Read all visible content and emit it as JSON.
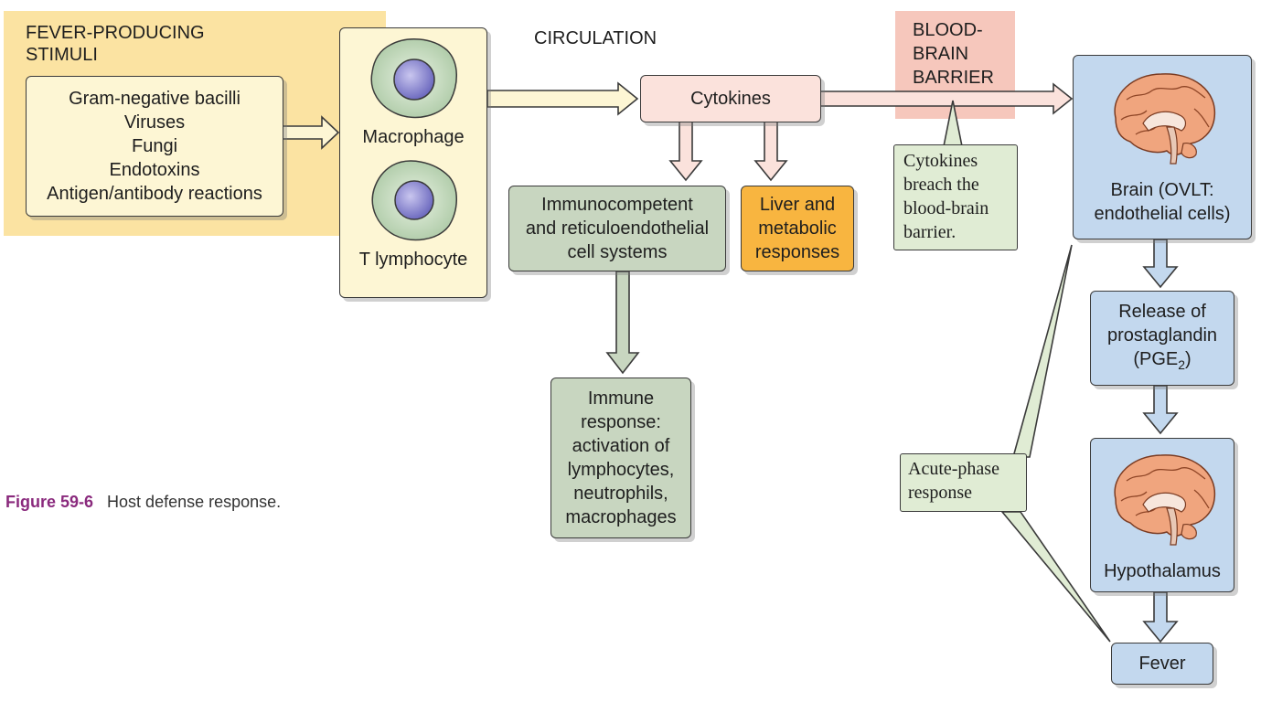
{
  "stimuli": {
    "title_lines": [
      "FEVER-PRODUCING",
      "STIMULI"
    ],
    "items": [
      "Gram-negative bacilli",
      "Viruses",
      "Fungi",
      "Endotoxins",
      "Antigen/antibody reactions"
    ]
  },
  "cells": {
    "macrophage": "Macrophage",
    "t_lymphocyte": "T lymphocyte"
  },
  "circulation": "CIRCULATION",
  "bbb_lines": [
    "BLOOD-",
    "BRAIN",
    "BARRIER"
  ],
  "cytokines": "Cytokines",
  "immunocompetent_lines": [
    "Immunocompetent",
    "and reticuloendothelial",
    "cell systems"
  ],
  "liver_lines": [
    "Liver and",
    "metabolic",
    "responses"
  ],
  "immune_lines": [
    "Immune",
    "response:",
    "activation of",
    "lymphocytes,",
    "neutrophils,",
    "macrophages"
  ],
  "breach_lines": [
    "Cytokines",
    "breach the",
    "blood-brain",
    "barrier."
  ],
  "brain_lines": [
    "Brain (OVLT:",
    "endothelial cells)"
  ],
  "prostaglandin": {
    "line1": "Release of",
    "line2": "prostaglandin",
    "pge_open": "(PGE",
    "pge_sub": "2",
    "pge_close": ")"
  },
  "hypothalamus": "Hypothalamus",
  "fever": "Fever",
  "acute_lines": [
    "Acute-phase",
    "response"
  ],
  "caption": {
    "label": "Figure 59-6",
    "text": "Host defense response."
  },
  "colors": {
    "stimuli_panel": "#fbe3a2",
    "cream_box": "#fdf6d4",
    "pink_box": "#fbe2dc",
    "bbb_panel": "#f6c7bc",
    "green_box": "#c8d6c0",
    "orange_box": "#f8b540",
    "note_green": "#e0ecd4",
    "blue_box": "#c3d8ee",
    "caption_purple": "#8a2a7d"
  }
}
